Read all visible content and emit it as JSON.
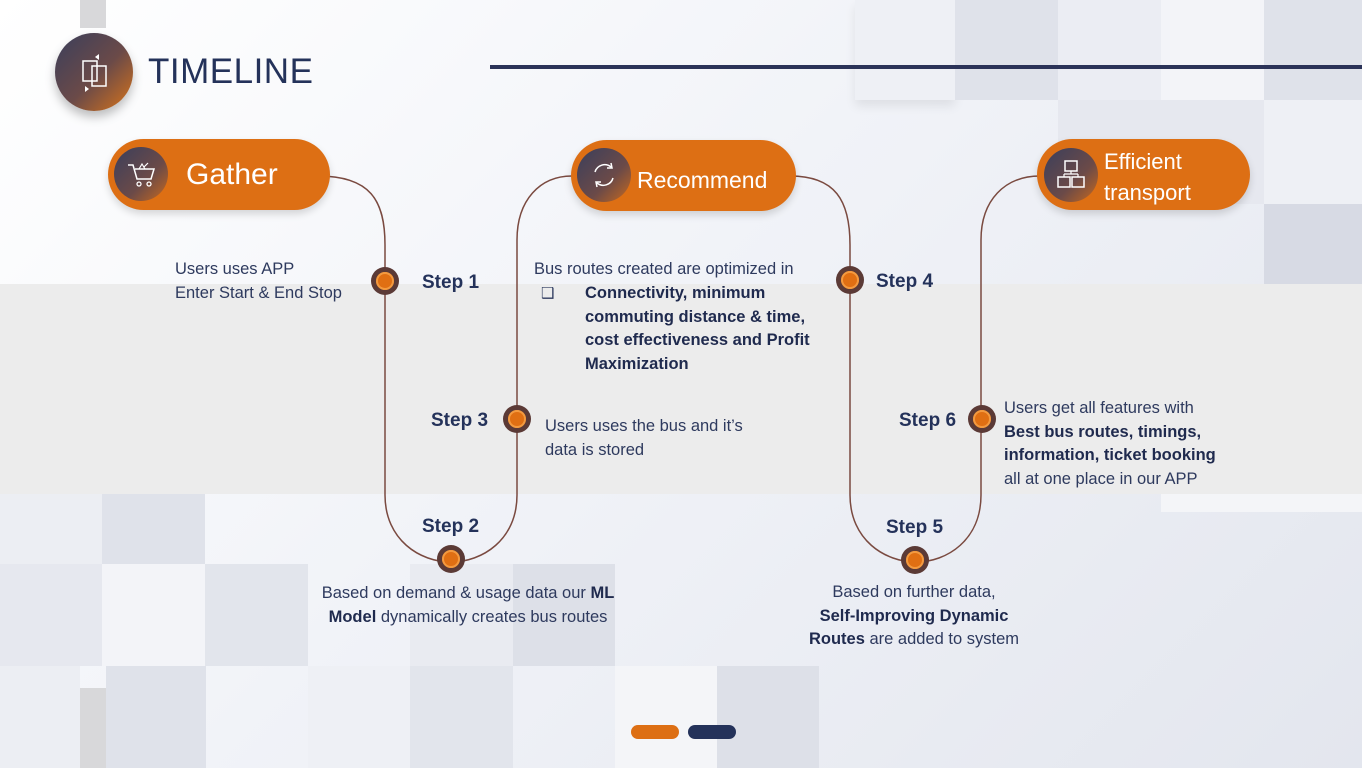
{
  "title": "TIMELINE",
  "phases": {
    "gather": "Gather",
    "recommend": "Recommend",
    "efficient_1": "Efficient",
    "efficient_2": "transport"
  },
  "steps": {
    "s1": "Step 1",
    "s2": "Step 2",
    "s3": "Step 3",
    "s4": "Step 4",
    "s5": "Step 5",
    "s6": "Step 6"
  },
  "descriptions": {
    "step1_line1": "Users uses APP",
    "step1_line2": "Enter Start & End Stop",
    "step2_pre": "Based on demand & usage data our",
    "step2_bold": "ML Model",
    "step2_post": " dynamically creates bus routes",
    "step3_line1": "Users uses the bus and it’s",
    "step3_line2": "data is stored",
    "step4_intro": "Bus routes created are optimized in",
    "step4_bullet": "❑",
    "step4_bold": "Connectivity, minimum commuting distance & time, cost effectiveness and Profit Maximization",
    "step5_line1": "Based on further data,",
    "step5_bold": "Self-Improving Dynamic Routes",
    "step5_post": " are added to system",
    "step6_line1": "Users get all features with",
    "step6_bold": "Best bus routes, timings, information, ticket booking",
    "step6_post": "all  at one place in our APP"
  },
  "icons": {
    "title": "swap-documents-icon",
    "gather": "shopping-cart-icon",
    "recommend": "refresh-cycle-icon",
    "efficient": "hierarchy-boxes-icon"
  },
  "colors": {
    "accent": "#dd6f14",
    "navy": "#24325a",
    "path": "#7a4a40"
  }
}
